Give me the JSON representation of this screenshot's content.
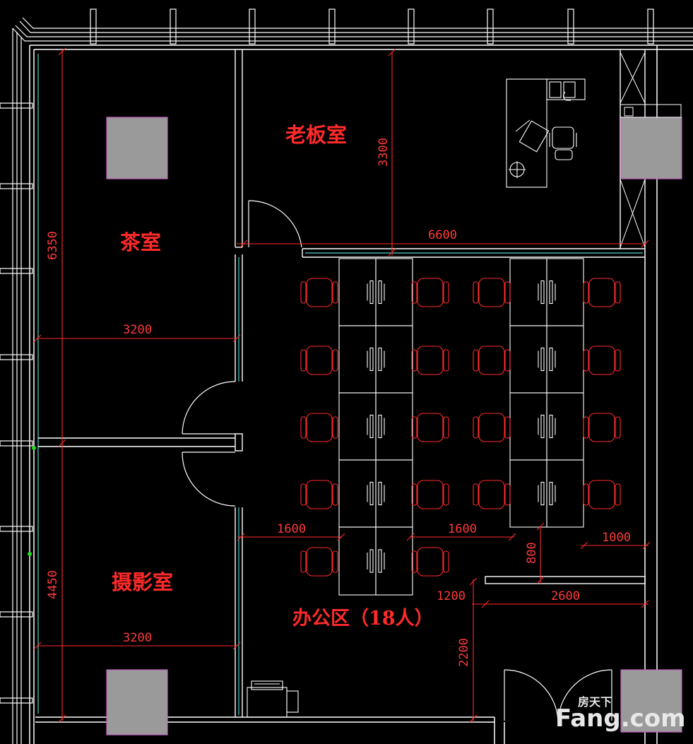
{
  "rooms": {
    "boss_office": "老板室",
    "tea_room": "茶室",
    "photo_studio": "摄影室",
    "office_area": "办公区（18人）"
  },
  "dimensions": {
    "boss_height": "3300",
    "boss_width": "6600",
    "left_top_height": "6350",
    "tea_width": "3200",
    "left_bottom_height": "4450",
    "photo_width": "3200",
    "aisle_left": "1600",
    "aisle_mid": "1600",
    "aisle_right": "1000",
    "corridor_depth": "800",
    "corridor_gap": "1200",
    "corridor_width": "2600",
    "entry_height": "2200"
  },
  "watermark": {
    "brand": "Fang.com",
    "chinese": "房天下"
  },
  "colors": {
    "background": "#000000",
    "wall": "#ffffff",
    "dimension": "#ff2a2a",
    "furniture": "#ff2a2a",
    "column_fill": "#9a9a9a",
    "column_edge": "#c060c0",
    "glass": "#4fd0c8"
  }
}
